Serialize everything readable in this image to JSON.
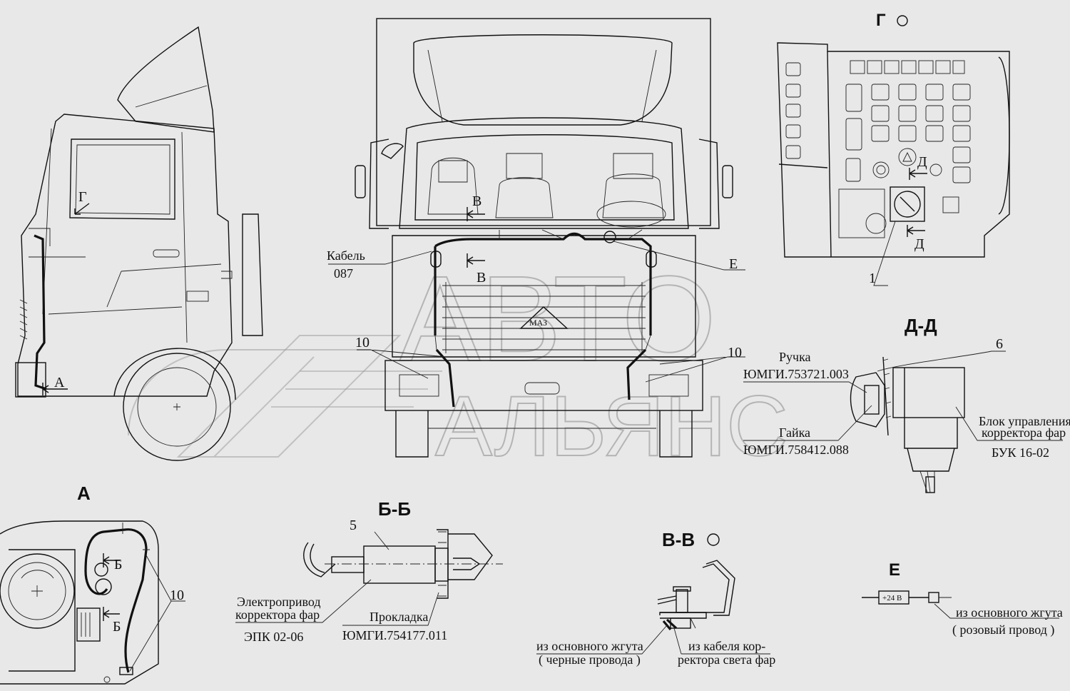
{
  "watermark": {
    "line1": "АВТО",
    "line2": "АЛЬЯНС"
  },
  "sections": {
    "g": "Г",
    "a": "А",
    "bb": "Б-Б",
    "vv": "В-В",
    "dd": "Д-Д",
    "e": "Е"
  },
  "markers": {
    "g": "Г",
    "a": "А",
    "b1": "Б",
    "b2": "Б",
    "v1": "В",
    "v2": "В",
    "d1": "Д",
    "d2": "Д",
    "e": "Е"
  },
  "callouts": {
    "kabel_line1": "Кабель",
    "kabel_line2": "087",
    "ten_left": "10",
    "ten_right": "10",
    "ten_a": "10",
    "one": "1",
    "five": "5",
    "six": "6"
  },
  "bb_labels": {
    "drive_line1": "Электропривод",
    "drive_line2": "корректора фар",
    "drive_code": "ЭПК 02-06",
    "gasket": "Прокладка",
    "gasket_code": "ЮМГИ.754177.011"
  },
  "dd_labels": {
    "handle": "Ручка",
    "handle_code": "ЮМГИ.753721.003",
    "nut": "Гайка",
    "nut_code": "ЮМГИ.758412.088",
    "unit_line1": "Блок управления",
    "unit_line2": "корректора фар",
    "unit_code": "БУК 16-02"
  },
  "vv_labels": {
    "main_line1": "из основного жгута",
    "main_line2": "( черные провода )",
    "cable_line1": "из кабеля кор-",
    "cable_line2": "ректора  света фар"
  },
  "e_labels": {
    "voltage": "+24 В",
    "main_line1": "из основного жгута",
    "main_line2": "( розовый провод )"
  }
}
